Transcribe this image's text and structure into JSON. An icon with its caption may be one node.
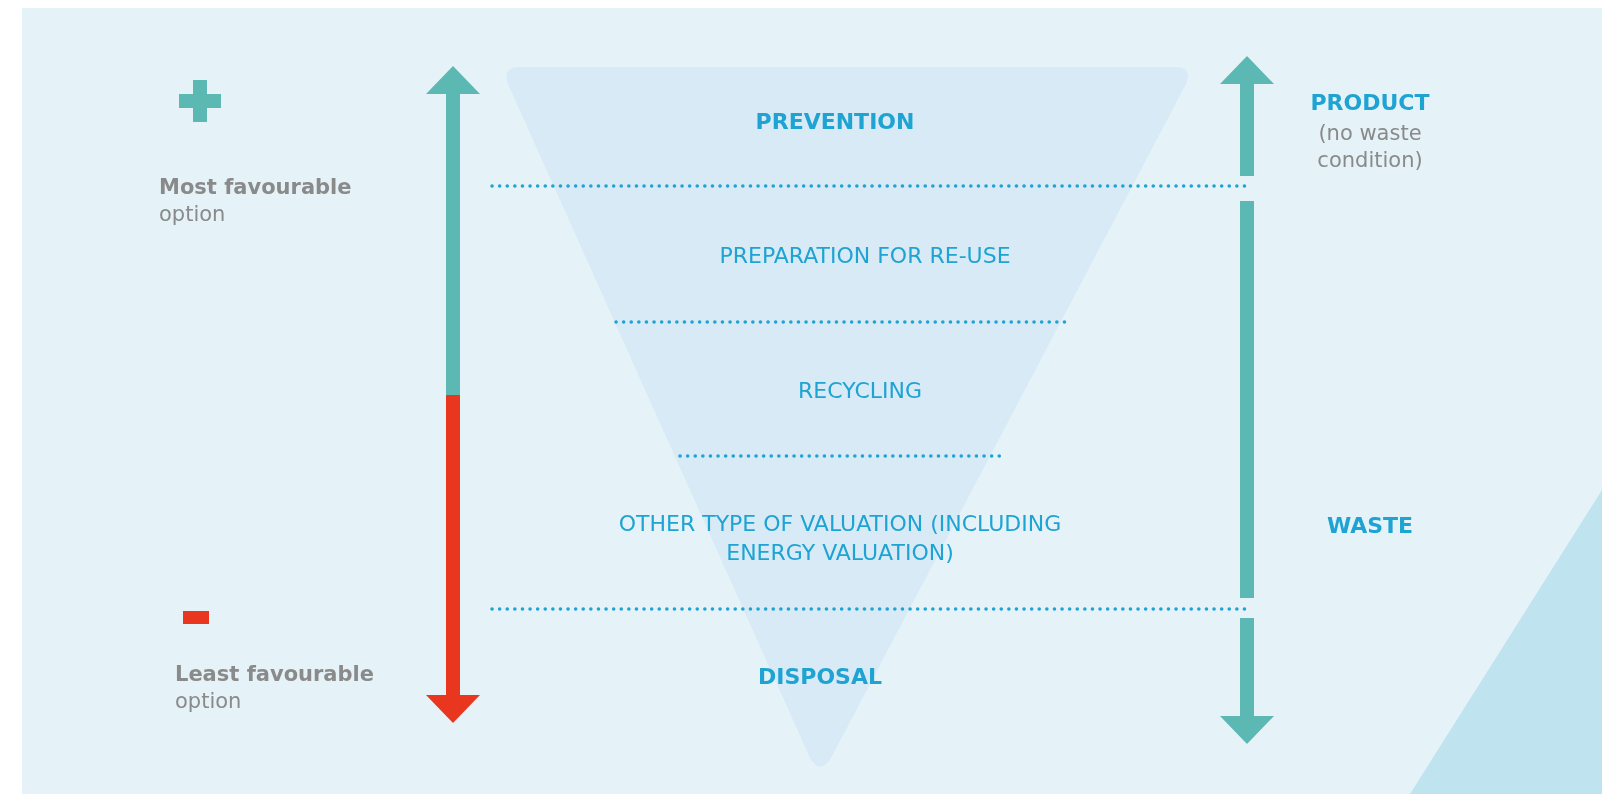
{
  "diagram": {
    "nodes": [
      {
        "text": [
          "PREVENTION"
        ]
      },
      {
        "text": [
          "PREPARATION FOR RE-USE"
        ]
      },
      {
        "text": [
          "RECYCLING"
        ]
      },
      {
        "text": [
          "OTHER TYPE OF VALUATION (INCLUDING ENERGY VALUATION)"
        ]
      },
      {
        "text": [
          "DISPOSAL"
        ]
      }
    ],
    "labels": [
      "**Most favourable** option",
      "**Least favourable** option",
      "PRODUCT",
      "(no waste condition)",
      "WASTE"
    ]
  }
}
